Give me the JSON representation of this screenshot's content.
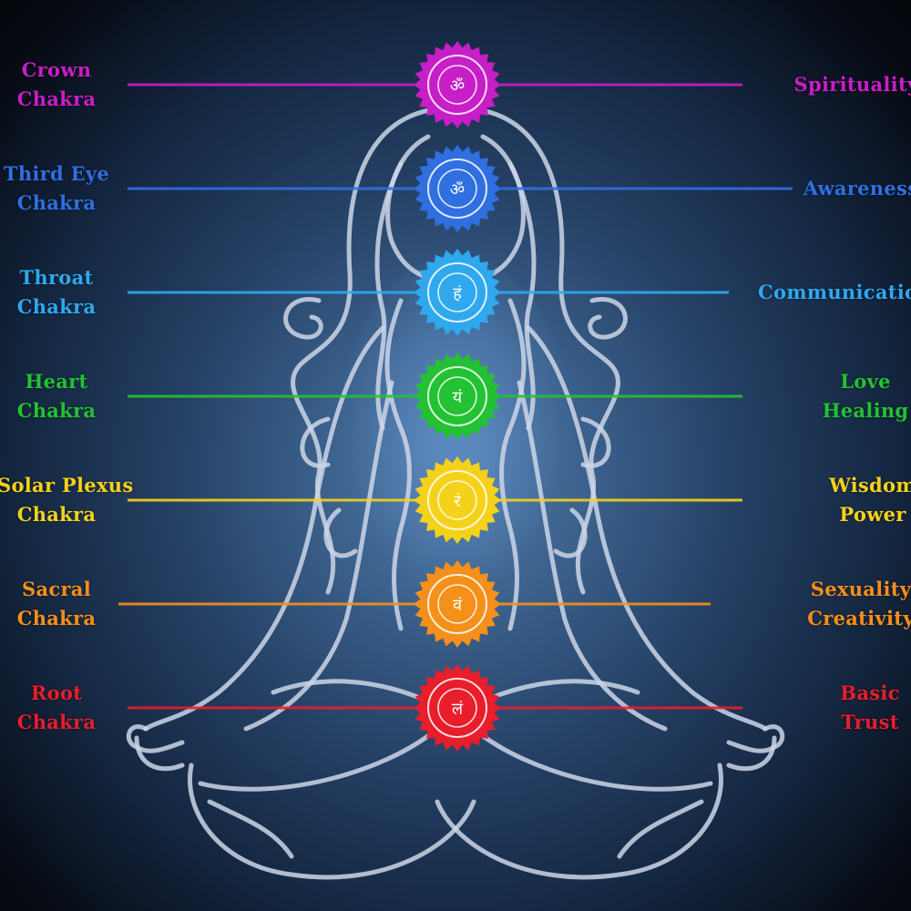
{
  "chakras": [
    {
      "left_lines": [
        "Crown",
        "Chakra"
      ],
      "right_lines": [
        "Spirituality"
      ],
      "color": "#c81ec8",
      "symbol": "ॐ"
    },
    {
      "left_lines": [
        "Third Eye",
        "Chakra"
      ],
      "right_lines": [
        "Awareness"
      ],
      "color": "#2f6fe0",
      "symbol": "ॐ"
    },
    {
      "left_lines": [
        "Throat",
        "Chakra"
      ],
      "right_lines": [
        "Communication"
      ],
      "color": "#2fa8ee",
      "symbol": "हं"
    },
    {
      "left_lines": [
        "Heart",
        "Chakra"
      ],
      "right_lines": [
        "Love",
        "Healing"
      ],
      "color": "#22c232",
      "symbol": "यं"
    },
    {
      "left_lines": [
        "Solar Plexus",
        "Chakra"
      ],
      "right_lines": [
        "Wisdom",
        "Power"
      ],
      "color": "#f5d21a",
      "symbol": "रं"
    },
    {
      "left_lines": [
        "Sacral",
        "Chakra"
      ],
      "right_lines": [
        "Sexuality",
        "Creativity"
      ],
      "color": "#f5901a",
      "symbol": "वं"
    },
    {
      "left_lines": [
        "Root",
        "Chakra"
      ],
      "right_lines": [
        "Basic",
        "Trust"
      ],
      "color": "#e81e2a",
      "symbol": "लं"
    }
  ],
  "silhouette_color": "#cdd6e8"
}
